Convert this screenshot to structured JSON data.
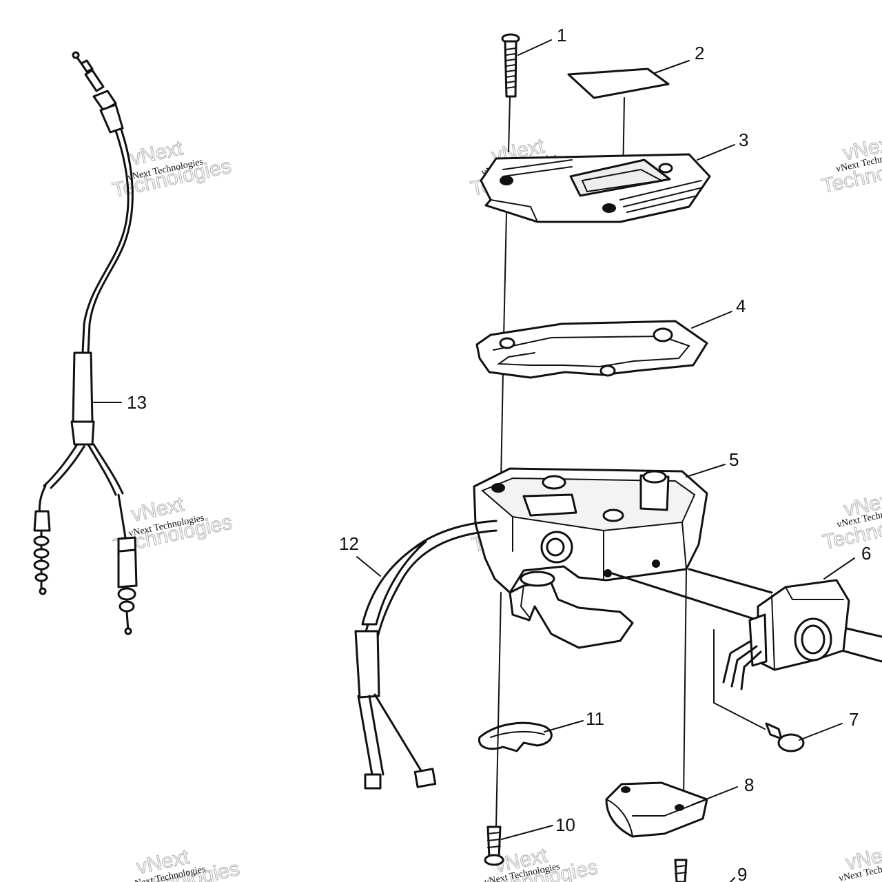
{
  "callouts": [
    {
      "id": "1",
      "label": "1"
    },
    {
      "id": "2",
      "label": "2"
    },
    {
      "id": "3",
      "label": "3"
    },
    {
      "id": "4",
      "label": "4"
    },
    {
      "id": "5",
      "label": "5"
    },
    {
      "id": "6",
      "label": "6"
    },
    {
      "id": "7",
      "label": "7"
    },
    {
      "id": "8",
      "label": "8"
    },
    {
      "id": "9",
      "label": "9"
    },
    {
      "id": "10",
      "label": "10"
    },
    {
      "id": "11",
      "label": "11"
    },
    {
      "id": "12",
      "label": "12"
    },
    {
      "id": "13",
      "label": "13"
    }
  ],
  "watermark": {
    "small": "vNext Technologies",
    "large_top": "vNext",
    "large_bottom": "Technologies"
  }
}
